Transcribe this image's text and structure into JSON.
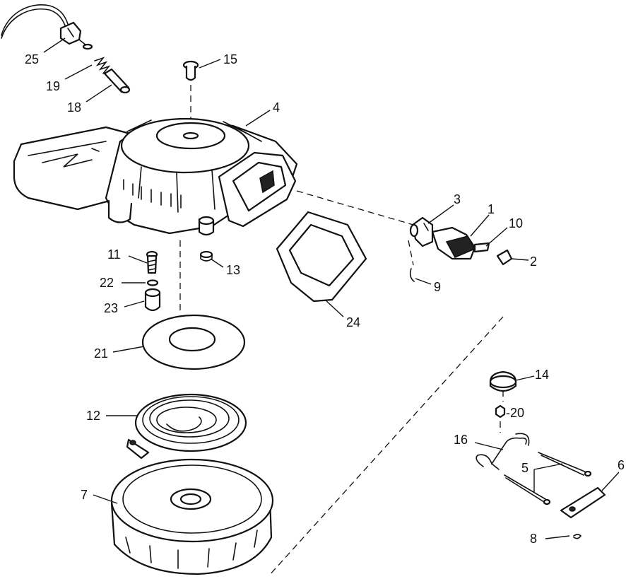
{
  "colors": {
    "ink": "#111111",
    "paper": "#ffffff"
  },
  "callouts": {
    "c1": "1",
    "c2": "2",
    "c3": "3",
    "c4": "4",
    "c5": "5",
    "c6": "6",
    "c7": "7",
    "c8": "8",
    "c9": "9",
    "c10": "10",
    "c11": "11",
    "c12": "12",
    "c13": "13",
    "c14": "14",
    "c15": "15",
    "c16": "16",
    "c18": "18",
    "c19": "19",
    "c20": "-20",
    "c21": "21",
    "c22": "22",
    "c23": "23",
    "c24": "24",
    "c25": "25"
  }
}
